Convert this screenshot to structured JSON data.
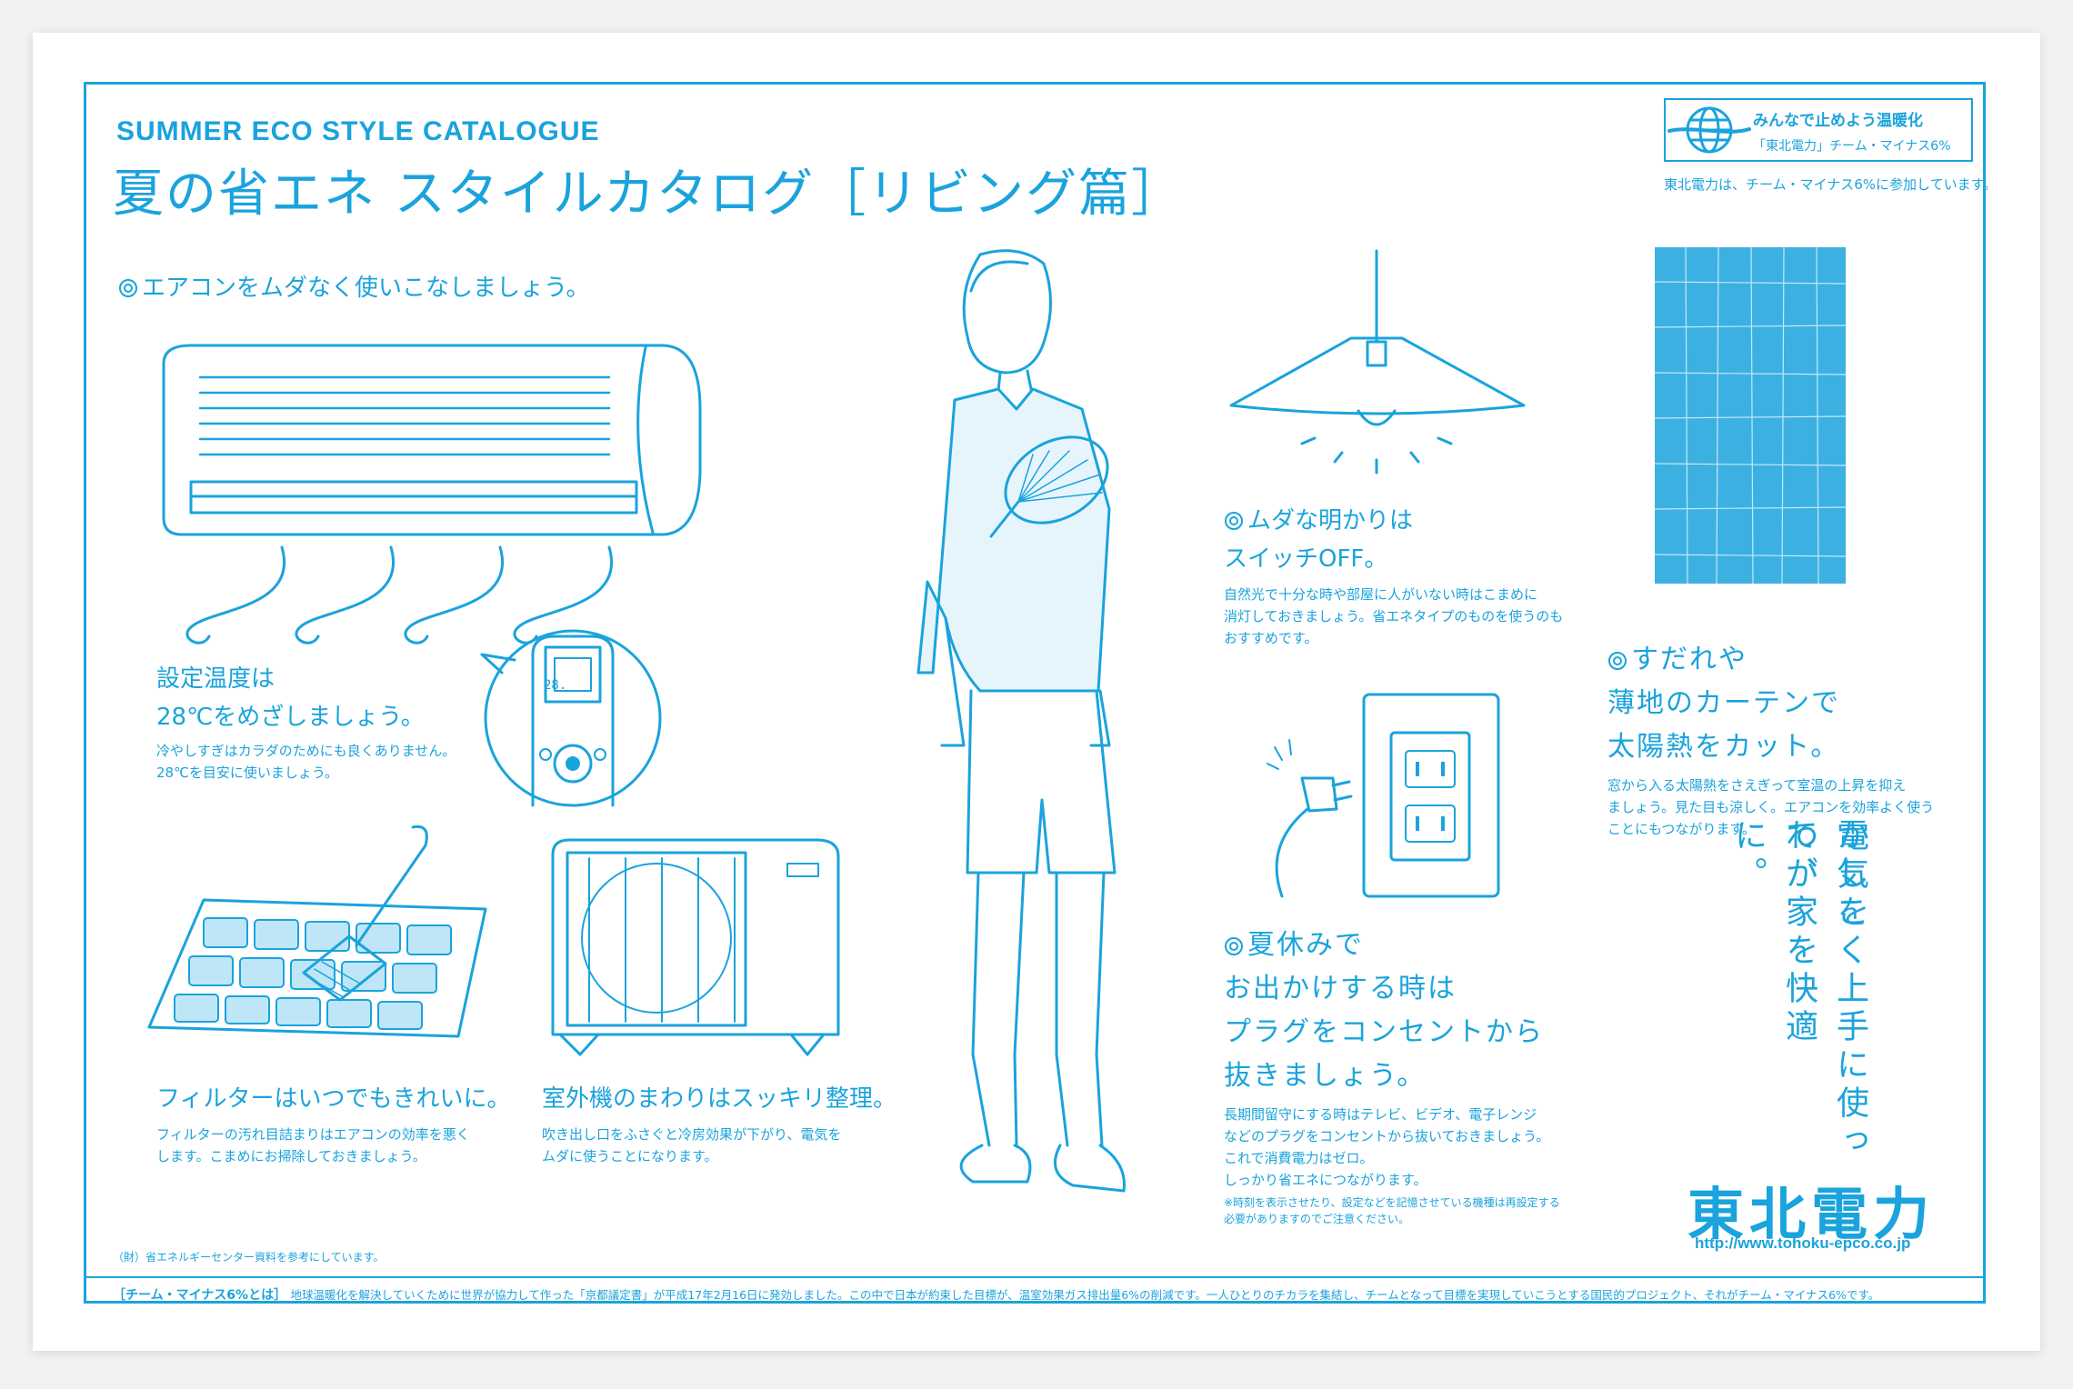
{
  "header": {
    "english_title": "SUMMER ECO STYLE CATALOGUE",
    "japanese_title": "夏の省エネ スタイルカタログ［リビング篇］"
  },
  "badge": {
    "line1": "みんなで止めよう温暖化",
    "line2": "「東北電力」チーム・マイナス6%",
    "note": "東北電力は、チーム・マイナス6%に参加しています。"
  },
  "aircon": {
    "heading": "エアコンをムダなく使いこなしましょう。"
  },
  "temperature": {
    "heading_1": "設定温度は",
    "heading_2": "28℃をめざしましょう。",
    "body_1": "冷やしすぎはカラダのためにも良くありません。",
    "body_2": "28℃を目安に使いましょう。",
    "remote_display": "28."
  },
  "filter": {
    "heading": "フィルターはいつでもきれいに。",
    "body_1": "フィルターの汚れ目詰まりはエアコンの効率を悪く",
    "body_2": "します。こまめにお掃除しておきましょう。"
  },
  "outdoor_unit": {
    "heading": "室外機のまわりはスッキリ整理。",
    "body_1": "吹き出し口をふさぐと冷房効果が下がり、電気を",
    "body_2": "ムダに使うことになります。"
  },
  "lighting": {
    "heading_1": "ムダな明かりは",
    "heading_2": "スイッチOFF。",
    "body_1": "自然光で十分な時や部屋に人がいない時はこまめに",
    "body_2": "消灯しておきましょう。省エネタイプのものを使うのも",
    "body_3": "おすすめです。"
  },
  "plug": {
    "heading_1": "夏休みで",
    "heading_2": "お出かけする時は",
    "heading_3": "プラグをコンセントから",
    "heading_4": "抜きましょう。",
    "body_1": "長期間留守にする時はテレビ、ビデオ、電子レンジ",
    "body_2": "などのプラグをコンセントから抜いておきましょう。",
    "body_3": "これで消費電力はゼロ。",
    "body_4": "しっかり省エネにつながります。",
    "note_1": "※時刻を表示させたり、設定などを記憶させている機種は再設定する",
    "note_2": "必要がありますのでご注意ください。"
  },
  "curtain": {
    "heading_1": "すだれや",
    "heading_2": "薄地のカーテンで",
    "heading_3": "太陽熱をカット。",
    "body_1": "窓から入る太陽熱をさえぎって室温の上昇を抑え",
    "body_2": "ましょう。見た目も涼しく。エアコンを効率よく使う",
    "body_3": "ことにもつながります。"
  },
  "slogan": {
    "col1": "電気を",
    "col2": "かしこく上手に使って、",
    "col3": "わが家を快適に。"
  },
  "brand": {
    "logo": "東北電力",
    "url": "http://www.tohoku-epco.co.jp"
  },
  "reference": "（財）省エネルギーセンター資料を参考にしています。",
  "footer": {
    "label": "［チーム・マイナス6%とは］",
    "text": "地球温暖化を解決していくために世界が協力して作った「京都議定書」が平成17年2月16日に発効しました。この中で日本が約束した目標が、温室効果ガス排出量6%の削減です。一人ひとりのチカラを集結し、チームとなって目標を実現していこうとする国民的プロジェクト、それがチーム・マイナス6%です。"
  },
  "colors": {
    "accent": "#1aa3dc",
    "background": "#ffffff",
    "page": "#f2f2f2"
  }
}
